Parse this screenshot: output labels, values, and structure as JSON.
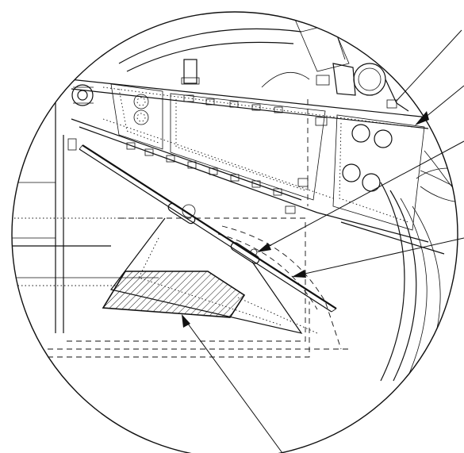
{
  "figure": {
    "kind": "detail-view-technical-illustration",
    "printed_text": "",
    "colors": {
      "line": "#111111",
      "background": "#ffffff"
    }
  },
  "callout_leaders": [
    {
      "id": "leader-1",
      "points_to": "fitting-bracket"
    },
    {
      "id": "leader-2",
      "points_to": "beam-upper-edge"
    },
    {
      "id": "leader-3",
      "points_to": "seal-strip-clip"
    },
    {
      "id": "leader-4",
      "points_to": "seal-strip-end"
    },
    {
      "id": "leader-5",
      "points_to": "hatched-component"
    }
  ]
}
